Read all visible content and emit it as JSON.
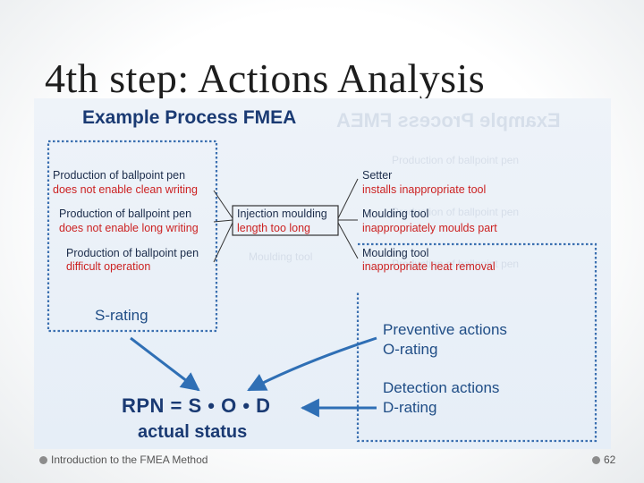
{
  "slide": {
    "title": "4th step: Actions Analysis",
    "footer_text": "Introduction to the FMEA Method",
    "page_number": "62"
  },
  "diagram": {
    "title": "Example Process FMEA",
    "functions": [
      {
        "item": "Production of ballpoint pen",
        "failure": "does not enable clean writing"
      },
      {
        "item": "Production of ballpoint pen",
        "failure": "does not enable long writing"
      },
      {
        "item": "Production of ballpoint pen",
        "failure": "difficult operation"
      }
    ],
    "mode": {
      "item": "Injection moulding",
      "failure": "length too long"
    },
    "causes": [
      {
        "item": "Setter",
        "failure": "installs inappropriate tool"
      },
      {
        "item": "Moulding tool",
        "failure": "inappropriately moulds part"
      },
      {
        "item": "Moulding tool",
        "failure": "inappropriate heat removal"
      }
    ],
    "s_rating": "S-rating",
    "preventive_actions": "Preventive actions",
    "o_rating": "O-rating",
    "detection_actions": "Detection actions",
    "d_rating": "D-rating",
    "formula": "RPN = S • O • D",
    "status": "actual status"
  },
  "colors": {
    "title_blue": "#1a3a73",
    "arrow_blue": "#2f6fb5",
    "failure_red": "#cc2222",
    "dotted_border": "#3a6fb0"
  }
}
